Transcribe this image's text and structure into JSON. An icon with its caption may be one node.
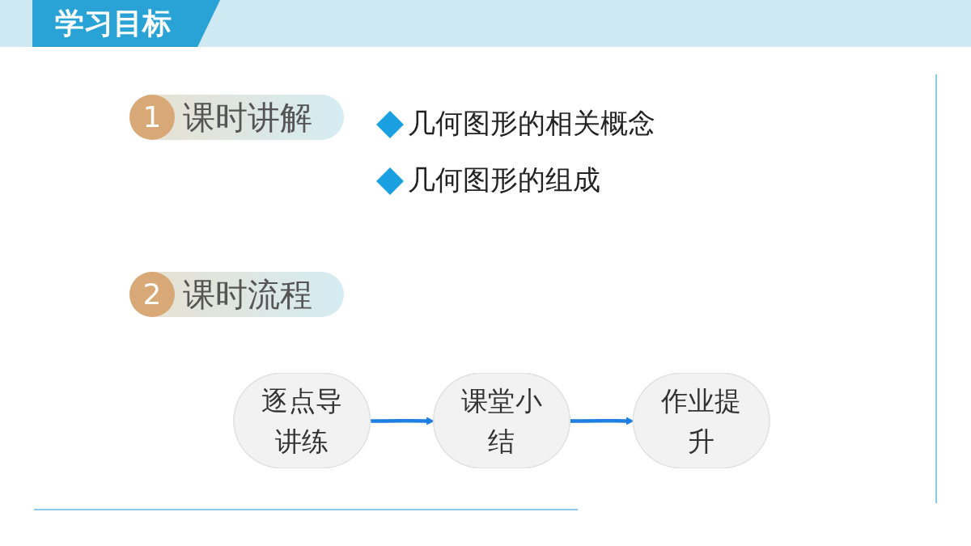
{
  "diagram": {
    "title": "学习目标",
    "nodes": [
      {
        "text": [
          "逐点导讲练"
        ]
      },
      {
        "text": [
          "课堂小结"
        ]
      },
      {
        "text": [
          "作业提升"
        ]
      }
    ],
    "edges": [
      {
        "from": 0,
        "to": 1,
        "arrow": "to"
      },
      {
        "from": 1,
        "to": 2,
        "arrow": "to"
      }
    ],
    "labels": [
      "1",
      "课时讲解",
      "几何图形的相关概念",
      "几何图形的组成",
      "2",
      "课时流程"
    ]
  }
}
